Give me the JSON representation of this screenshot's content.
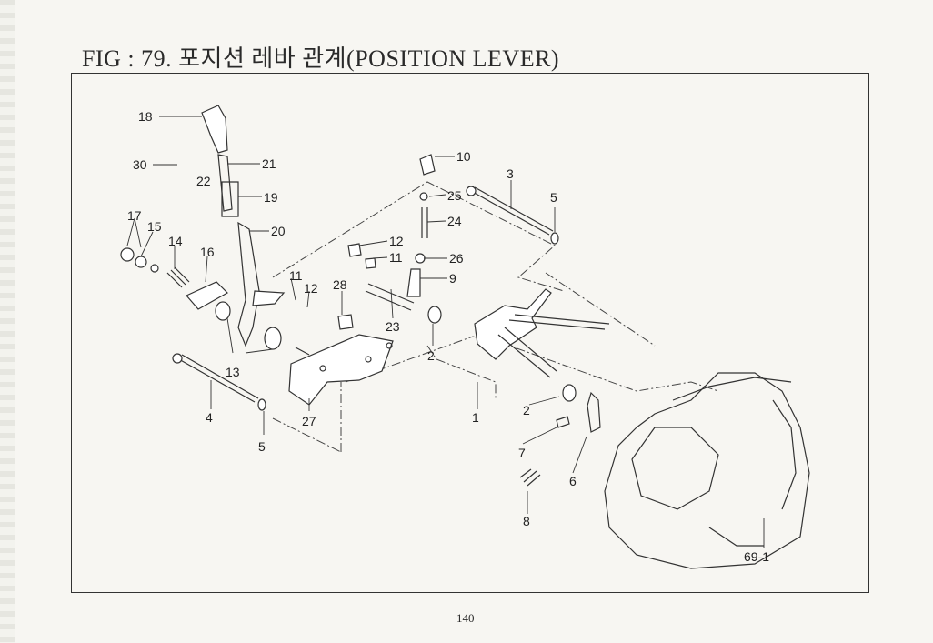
{
  "page": {
    "title": "FIG : 79. 포지션 레바 관계(POSITION LEVER)",
    "page_number": "140"
  },
  "callouts": {
    "c18": "18",
    "c30": "30",
    "c21": "21",
    "c22": "22",
    "c19": "19",
    "c17": "17",
    "c15": "15",
    "c14": "14",
    "c16": "16",
    "c20": "20",
    "c11a": "11",
    "c12a": "12",
    "c13": "13",
    "c4": "4",
    "c5a": "5",
    "c27": "27",
    "c28": "28",
    "c23": "23",
    "c2a": "2",
    "c10": "10",
    "c25": "25",
    "c24": "24",
    "c12b": "12",
    "c11b": "11",
    "c26": "26",
    "c9": "9",
    "c3": "3",
    "c5b": "5",
    "c1": "1",
    "c2b": "2",
    "c7": "7",
    "c6": "6",
    "c8": "8",
    "c69": "69-1"
  }
}
